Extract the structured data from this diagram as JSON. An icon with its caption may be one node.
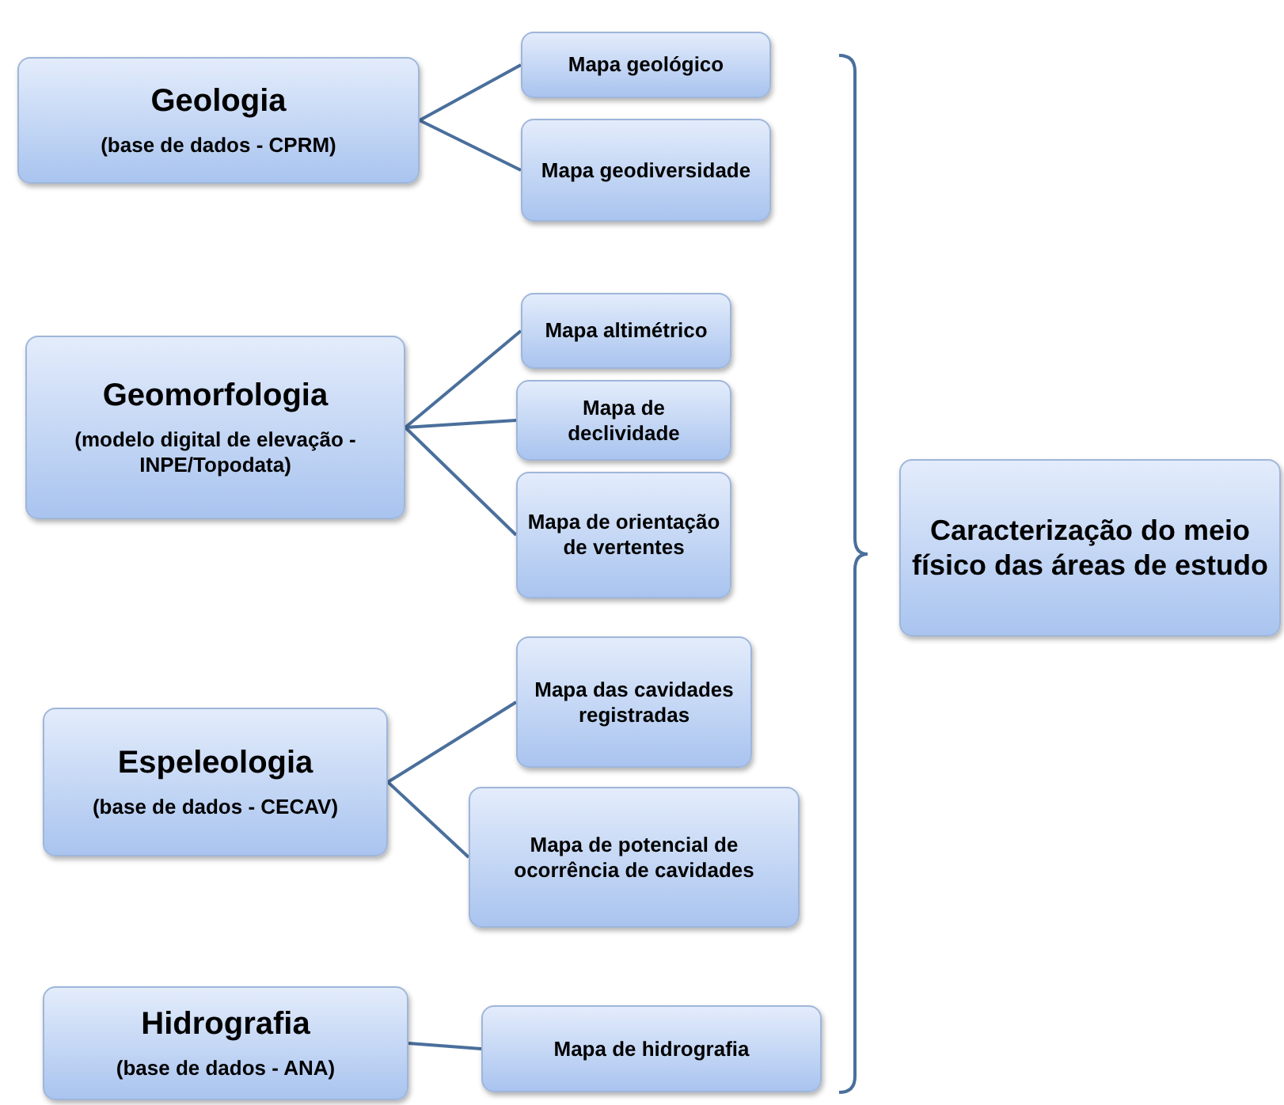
{
  "diagram": {
    "nodes": [
      {
        "text": [
          "Geologia",
          "(base de dados - CPRM)"
        ]
      },
      {
        "text": [
          "Mapa geológico"
        ]
      },
      {
        "text": [
          "Mapa geodiversidade"
        ]
      },
      {
        "text": [
          "Geomorfologia",
          "(modelo digital de elevação - INPE/Topodata)"
        ]
      },
      {
        "text": [
          "Mapa altimétrico"
        ]
      },
      {
        "text": [
          "Mapa de declividade"
        ]
      },
      {
        "text": [
          "Mapa de orientação de vertentes"
        ]
      },
      {
        "text": [
          "Espeleologia",
          "(base de dados - CECAV)"
        ]
      },
      {
        "text": [
          "Mapa das cavidades registradas"
        ]
      },
      {
        "text": [
          "Mapa de potencial de ocorrência de cavidades"
        ]
      },
      {
        "text": [
          "Hidrografia",
          "(base de dados - ANA)"
        ]
      },
      {
        "text": [
          "Mapa de hidrografia"
        ]
      },
      {
        "text": [
          "Caracterização do meio físico das áreas de estudo"
        ]
      }
    ],
    "edges": [
      {
        "from": 0,
        "to": 1,
        "arrow": "none"
      },
      {
        "from": 0,
        "to": 2,
        "arrow": "none"
      },
      {
        "from": 3,
        "to": 4,
        "arrow": "none"
      },
      {
        "from": 3,
        "to": 5,
        "arrow": "none"
      },
      {
        "from": 3,
        "to": 6,
        "arrow": "none"
      },
      {
        "from": 7,
        "to": 8,
        "arrow": "none"
      },
      {
        "from": 7,
        "to": 9,
        "arrow": "none"
      },
      {
        "from": 10,
        "to": 11,
        "arrow": "none"
      }
    ]
  }
}
